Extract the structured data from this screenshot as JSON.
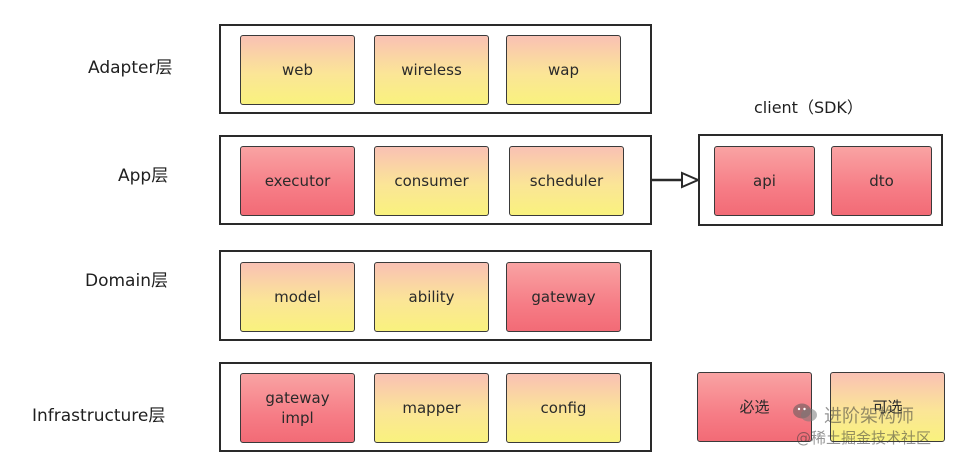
{
  "layers": [
    {
      "label": "Adapter层",
      "modules": [
        {
          "text": "web",
          "tone": "yellow"
        },
        {
          "text": "wireless",
          "tone": "yellow"
        },
        {
          "text": "wap",
          "tone": "yellow"
        }
      ]
    },
    {
      "label": "App层",
      "modules": [
        {
          "text": "executor",
          "tone": "red"
        },
        {
          "text": "consumer",
          "tone": "yellow"
        },
        {
          "text": "scheduler",
          "tone": "yellow"
        }
      ]
    },
    {
      "label": "Domain层",
      "modules": [
        {
          "text": "model",
          "tone": "yellow"
        },
        {
          "text": "ability",
          "tone": "yellow"
        },
        {
          "text": "gateway",
          "tone": "red"
        }
      ]
    },
    {
      "label": "Infrastructure层",
      "modules": [
        {
          "text": "gateway\nimpl",
          "tone": "red"
        },
        {
          "text": "mapper",
          "tone": "yellow"
        },
        {
          "text": "config",
          "tone": "yellow"
        }
      ]
    }
  ],
  "client": {
    "title": "client（SDK）",
    "modules": [
      {
        "text": "api",
        "tone": "red"
      },
      {
        "text": "dto",
        "tone": "red"
      }
    ]
  },
  "legend": {
    "required": {
      "text": "必选",
      "tone": "red"
    },
    "optional": {
      "text": "可选",
      "tone": "yellow"
    }
  },
  "watermark": {
    "line1": "进阶架构师",
    "line2": "@稀土掘金技术社区"
  },
  "colors": {
    "red": "#f67d86",
    "yellow": "#fbe597",
    "border": "#2a2a2a"
  }
}
